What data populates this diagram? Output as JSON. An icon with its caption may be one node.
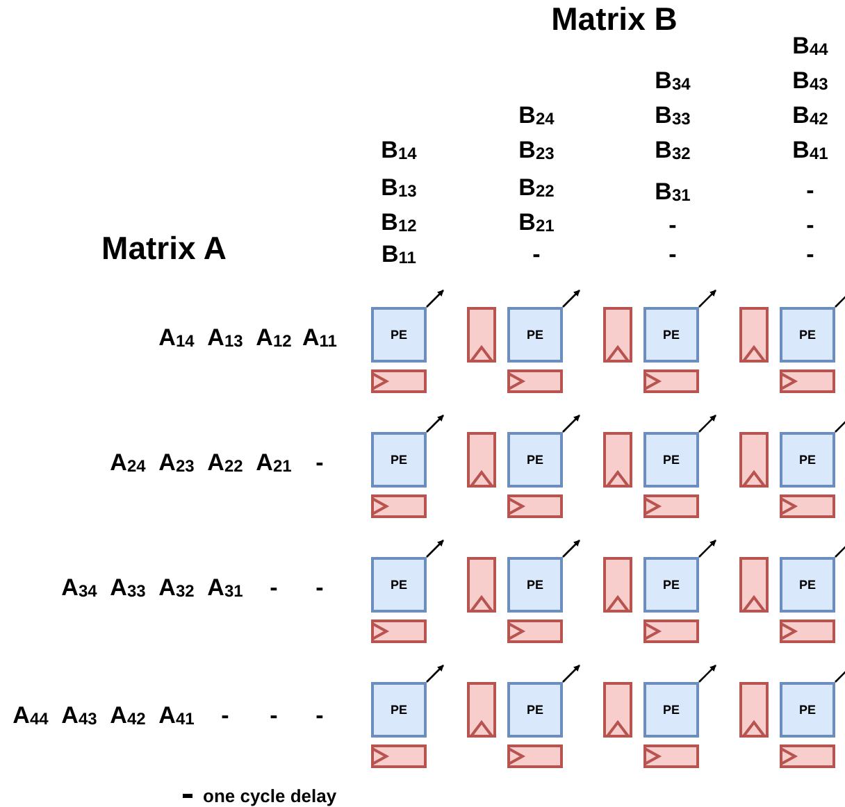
{
  "diagram": {
    "nodes": [
      {
        "text": [
          "PE"
        ]
      },
      {
        "text": [],
        "shape": "box"
      },
      {
        "text": [
          "PE"
        ]
      },
      {
        "text": [],
        "shape": "box"
      },
      {
        "text": [
          "PE"
        ]
      },
      {
        "text": [],
        "shape": "box"
      },
      {
        "text": [
          "PE"
        ]
      },
      {
        "text": [],
        "shape": "box"
      },
      {
        "text": [],
        "shape": "box"
      },
      {
        "text": [],
        "shape": "box"
      },
      {
        "text": [],
        "shape": "box"
      },
      {
        "text": [
          "PE"
        ]
      },
      {
        "text": [],
        "shape": "box"
      },
      {
        "text": [
          "PE"
        ]
      },
      {
        "text": [],
        "shape": "box"
      },
      {
        "text": [
          "PE"
        ]
      },
      {
        "text": [],
        "shape": "box"
      },
      {
        "text": [
          "PE"
        ]
      },
      {
        "text": [],
        "shape": "box"
      },
      {
        "text": [],
        "shape": "box"
      },
      {
        "text": [],
        "shape": "box"
      },
      {
        "text": [],
        "shape": "box"
      },
      {
        "text": [
          "PE"
        ]
      },
      {
        "text": [],
        "shape": "box"
      },
      {
        "text": [
          "PE"
        ]
      },
      {
        "text": [],
        "shape": "box"
      },
      {
        "text": [
          "PE"
        ]
      },
      {
        "text": [],
        "shape": "box"
      },
      {
        "text": [
          "PE"
        ]
      },
      {
        "text": [],
        "shape": "box"
      },
      {
        "text": [],
        "shape": "box"
      },
      {
        "text": [],
        "shape": "box"
      },
      {
        "text": [],
        "shape": "box"
      },
      {
        "text": [
          "PE"
        ]
      },
      {
        "text": [],
        "shape": "box"
      },
      {
        "text": [
          "PE"
        ]
      },
      {
        "text": [],
        "shape": "box"
      },
      {
        "text": [
          "PE"
        ]
      },
      {
        "text": [],
        "shape": "box"
      },
      {
        "text": [
          "PE"
        ]
      },
      {
        "text": [],
        "shape": "box"
      },
      {
        "text": [],
        "shape": "box"
      },
      {
        "text": [],
        "shape": "box"
      },
      {
        "text": [],
        "shape": "box"
      }
    ],
    "edges": [
      {
        "from": 0,
        "to": null,
        "arrow": "to"
      },
      {
        "from": 2,
        "to": null,
        "arrow": "to"
      },
      {
        "from": 4,
        "to": null,
        "arrow": "to"
      },
      {
        "from": 6,
        "to": null,
        "arrow": "to"
      },
      {
        "from": 11,
        "to": null,
        "arrow": "to"
      },
      {
        "from": 13,
        "to": null,
        "arrow": "to"
      },
      {
        "from": 15,
        "to": null,
        "arrow": "to"
      },
      {
        "from": 17,
        "to": null,
        "arrow": "to"
      },
      {
        "from": 22,
        "to": null,
        "arrow": "to"
      },
      {
        "from": 24,
        "to": null,
        "arrow": "to"
      },
      {
        "from": 26,
        "to": null,
        "arrow": "to"
      },
      {
        "from": 28,
        "to": null,
        "arrow": "to"
      },
      {
        "from": 33,
        "to": null,
        "arrow": "to"
      },
      {
        "from": 35,
        "to": null,
        "arrow": "to"
      },
      {
        "from": 37,
        "to": null,
        "arrow": "to"
      },
      {
        "from": 39,
        "to": null,
        "arrow": "to"
      }
    ],
    "labels": [
      "Matrix B",
      "B$_{44}$",
      "B$_{34}$",
      "B$_{43}$",
      "B$_{24}$",
      "B$_{33}$",
      "B$_{42}$",
      "B$_{14}$",
      "B$_{23}$",
      "B$_{32}$",
      "B$_{41}$",
      "B$_{13}$",
      "B$_{22}$",
      "B$_{31}$",
      "-",
      "B$_{12}$",
      "B$_{21}$",
      "-",
      "-",
      "Matrix A",
      "B$_{11}$",
      "-",
      "-",
      "-",
      "A$_{14}$",
      "A$_{13}$",
      "A$_{12}$",
      "A$_{11}$",
      "A$_{24}$",
      "A$_{23}$",
      "A$_{22}$",
      "A$_{21}$",
      "-",
      "A$_{34}$",
      "A$_{33}$",
      "A$_{32}$",
      "A$_{31}$",
      "-",
      "-",
      "A$_{44}$",
      "A$_{43}$",
      "A$_{42}$",
      "A$_{41}$",
      "-",
      "-",
      "-"
    ],
    "legend": [
      {
        "text": "one cycle delay"
      }
    ]
  }
}
